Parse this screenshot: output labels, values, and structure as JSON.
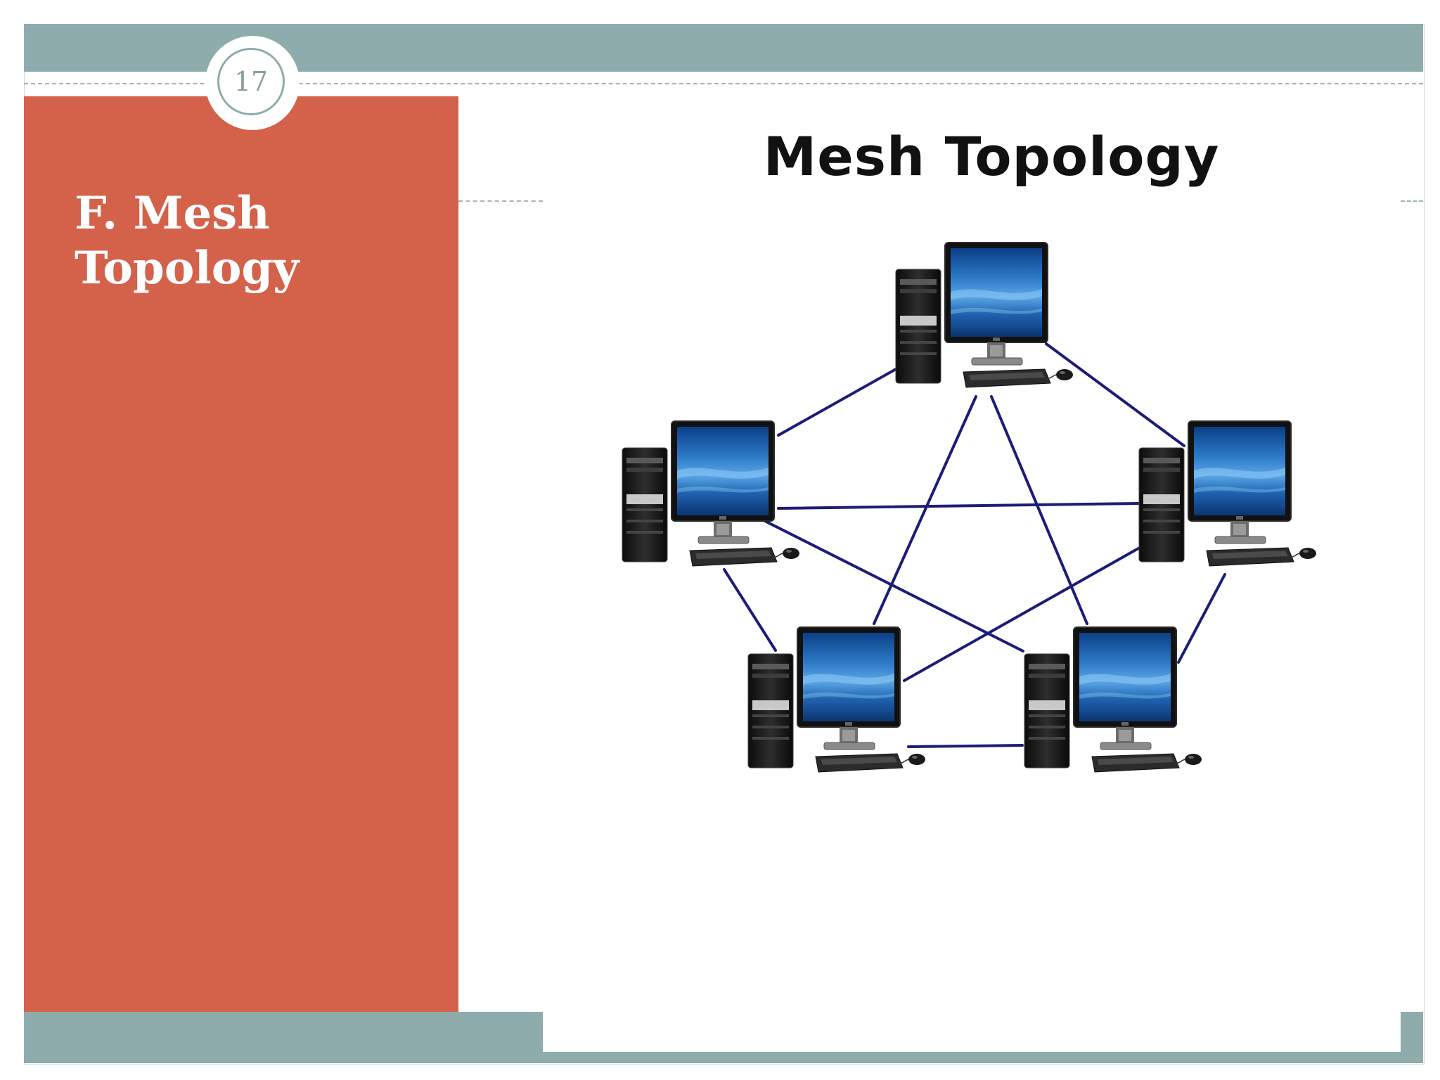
{
  "slide": {
    "page_number": "17",
    "title": "F. Mesh\nTopology"
  },
  "diagram": {
    "title": "Mesh Topology",
    "node_icon": "desktop-computer-icon",
    "nodes": [
      "computer-top",
      "computer-left",
      "computer-right",
      "computer-bottom-left",
      "computer-bottom-right"
    ],
    "links": [
      [
        "computer-top",
        "computer-left"
      ],
      [
        "computer-top",
        "computer-right"
      ],
      [
        "computer-top",
        "computer-bottom-left"
      ],
      [
        "computer-top",
        "computer-bottom-right"
      ],
      [
        "computer-left",
        "computer-right"
      ],
      [
        "computer-left",
        "computer-bottom-left"
      ],
      [
        "computer-left",
        "computer-bottom-right"
      ],
      [
        "computer-right",
        "computer-bottom-left"
      ],
      [
        "computer-right",
        "computer-bottom-right"
      ],
      [
        "computer-bottom-left",
        "computer-bottom-right"
      ]
    ]
  },
  "colors": {
    "accent_teal": "#8eacac",
    "panel_orange": "#d4614a",
    "link_navy": "#1c1c78"
  }
}
